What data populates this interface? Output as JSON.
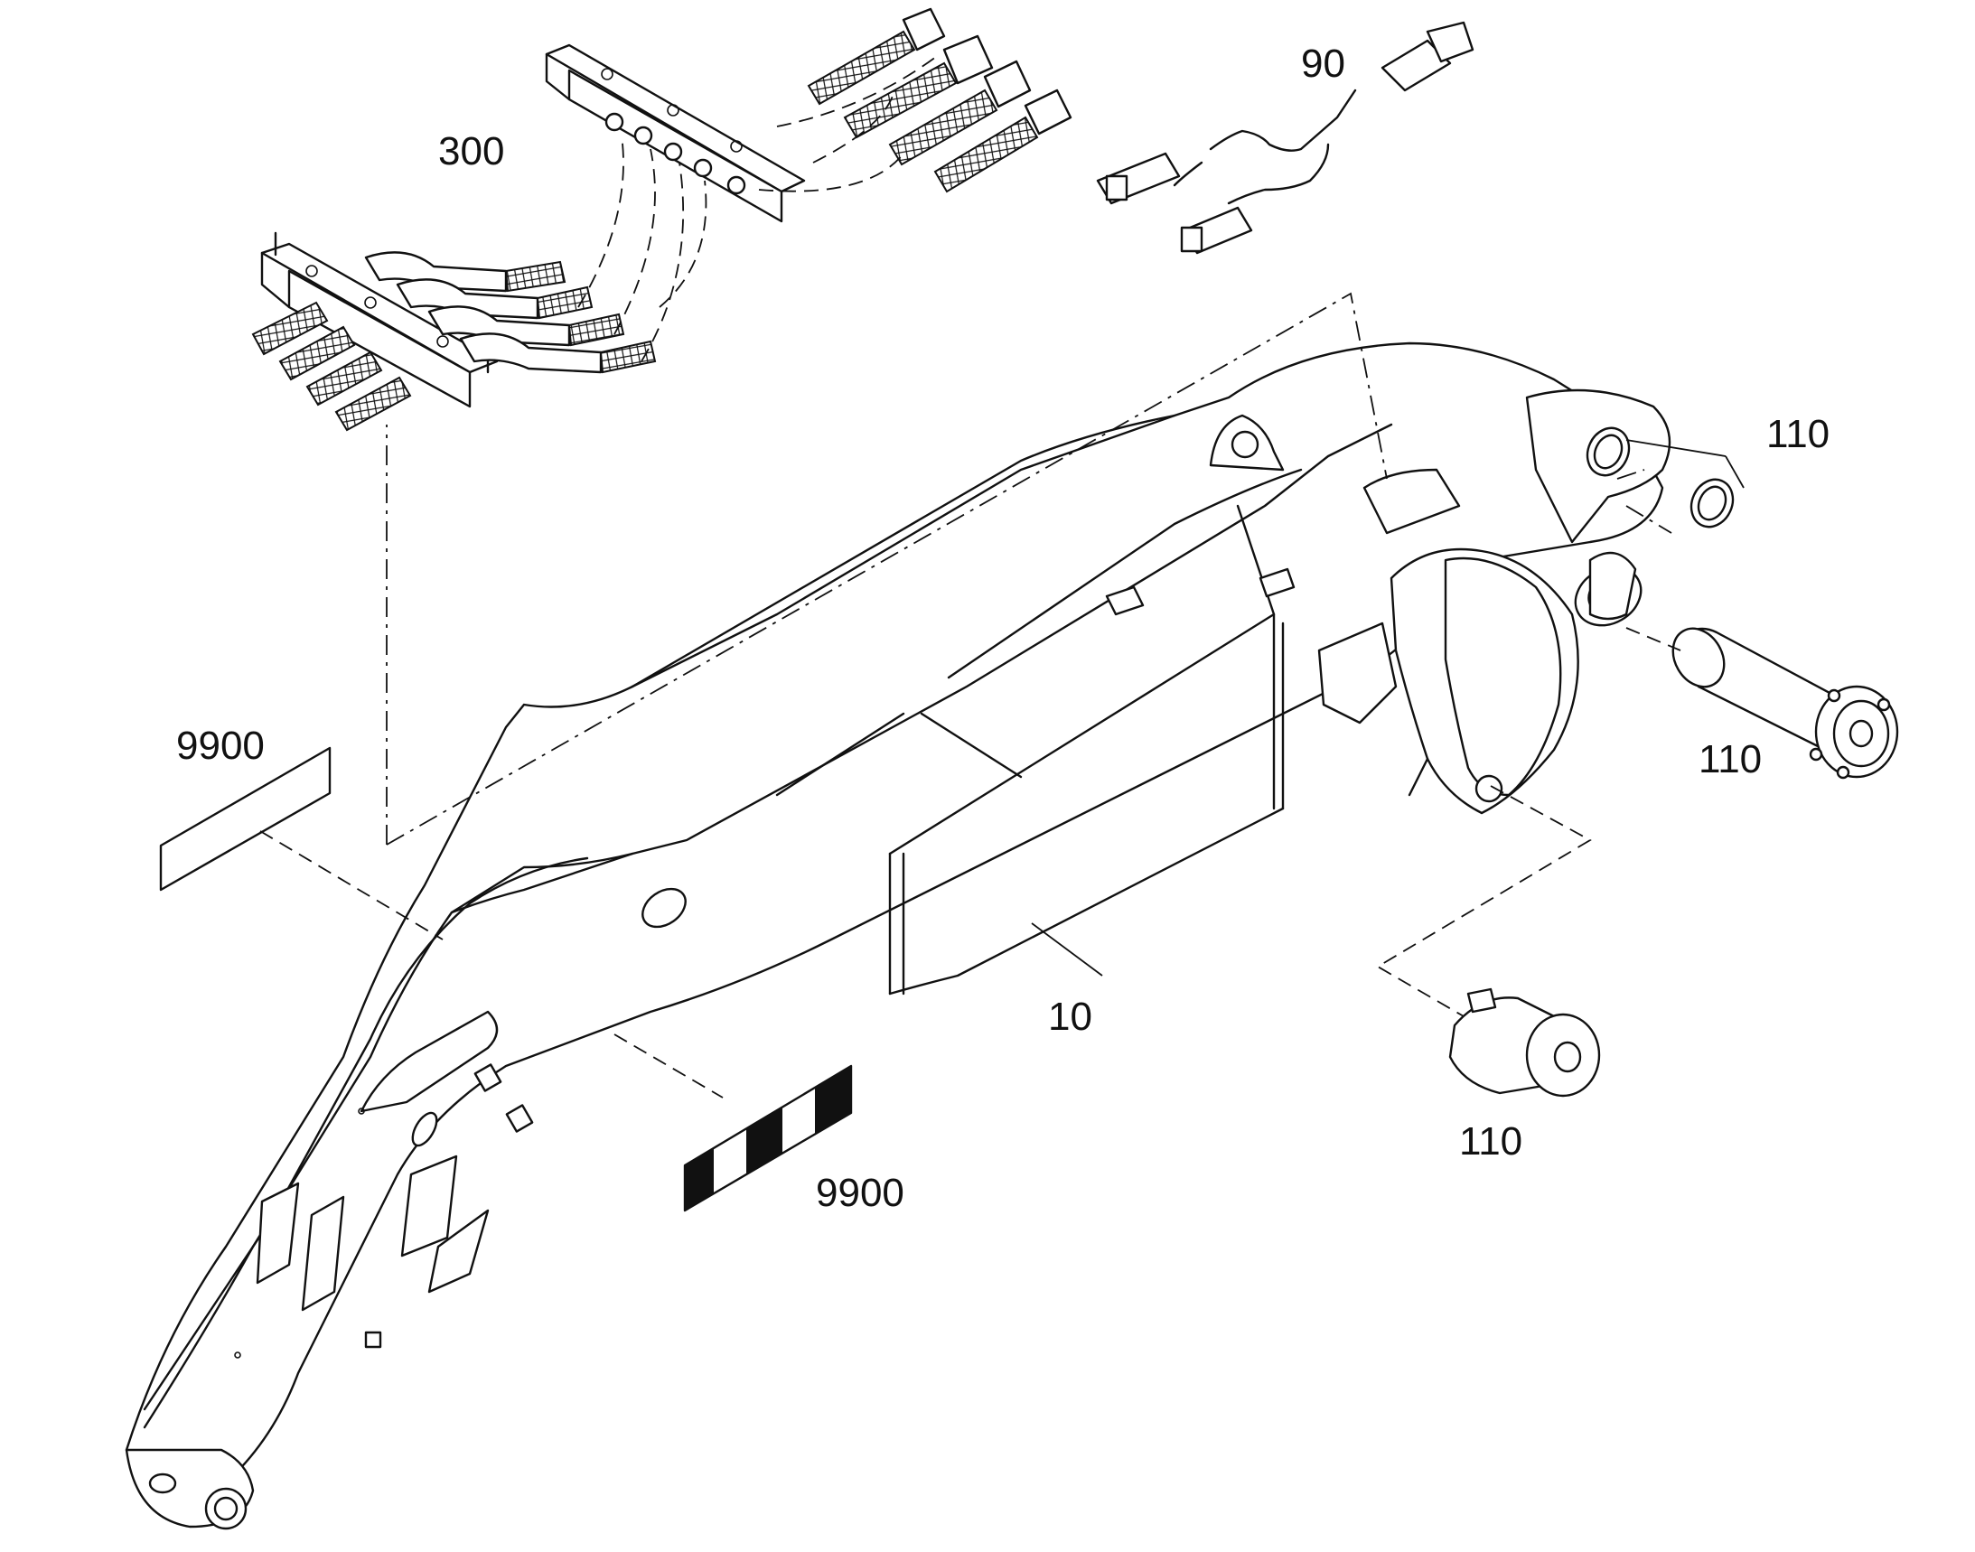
{
  "diagram": {
    "callouts": [
      {
        "id": "boom",
        "label": "10"
      },
      {
        "id": "harness",
        "label": "90"
      },
      {
        "id": "ring-pair",
        "label": "110"
      },
      {
        "id": "pin-upper",
        "label": "110"
      },
      {
        "id": "pin-lower",
        "label": "110"
      },
      {
        "id": "hose-manifold",
        "label": "300"
      },
      {
        "id": "decal-plain",
        "label": "9900"
      },
      {
        "id": "decal-striped",
        "label": "9900"
      }
    ],
    "colors": {
      "ink": "#111111",
      "paper": "#ffffff"
    }
  }
}
